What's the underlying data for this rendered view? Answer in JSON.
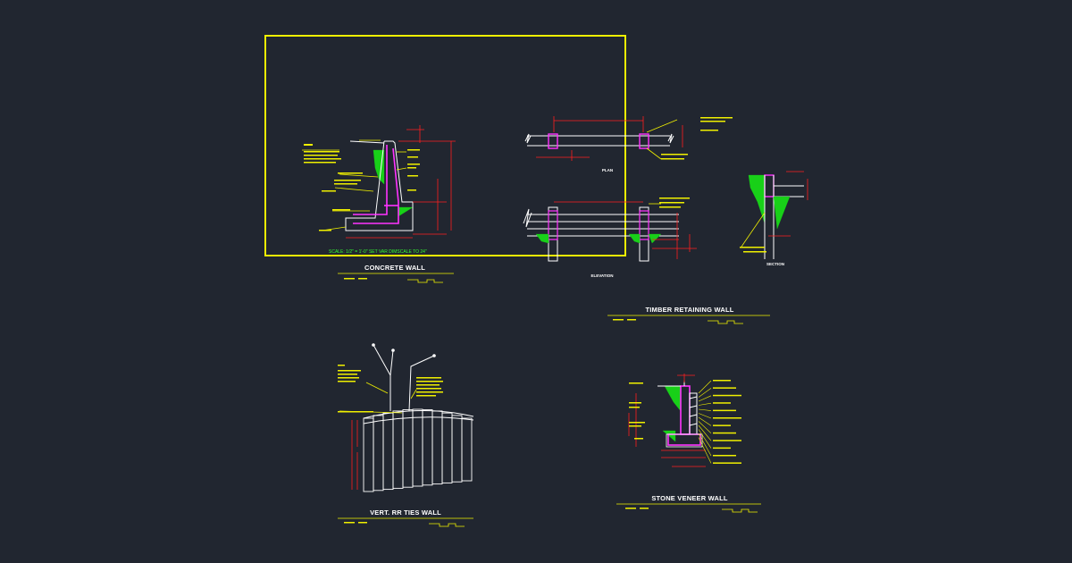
{
  "drawing": {
    "background": "#212630",
    "line_colors": {
      "frame": "#f0f000",
      "dimension": "#ff1f1f",
      "outline": "#ffffff",
      "rebar": "#ff33ff",
      "soil": "#18d018",
      "notes": "#f0f000"
    }
  },
  "labels": {
    "concrete_wall": "CONCRETE WALL",
    "timber_retaining_wall": "TIMBER RETAINING WALL",
    "vert_rr_ties_wall": "VERT. RR TIES WALL",
    "stone_veneer_wall": "STONE VENEER WALL",
    "plan": "PLAN",
    "elevation": "ELEVATION",
    "section": "SECTION",
    "scale_note": "SCALE: 1/2\" = 1'-0\"  SET VAR DIMSCALE TO 24\""
  }
}
